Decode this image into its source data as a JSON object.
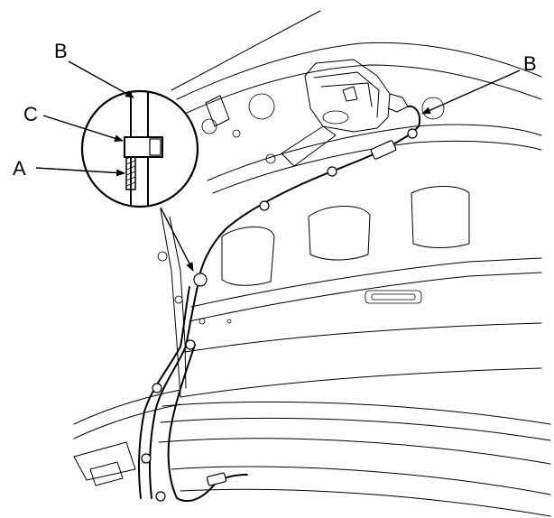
{
  "callouts": {
    "a": "A",
    "b_detail": "B",
    "c": "C",
    "b_main": "B"
  },
  "colors": {
    "line": "#000000",
    "background": "#ffffff"
  }
}
